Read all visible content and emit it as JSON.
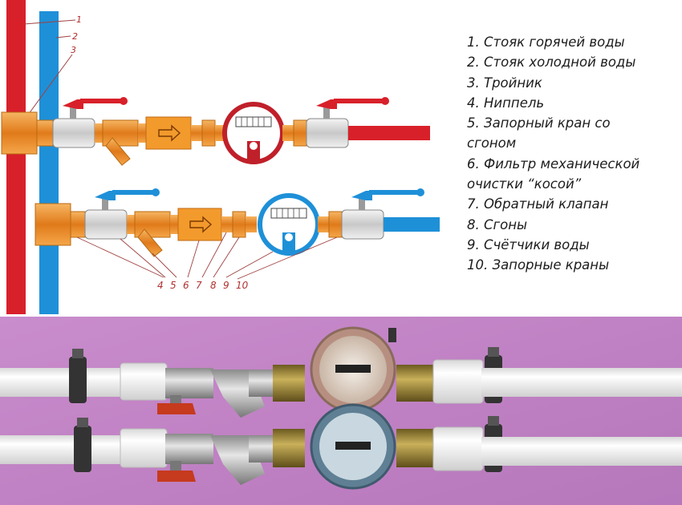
{
  "callouts": {
    "top": [
      "1",
      "2",
      "3"
    ],
    "bottom": [
      "4",
      "5",
      "6",
      "7",
      "8",
      "9",
      "10"
    ]
  },
  "legend": [
    "1. Стояк горячей воды",
    "2. Стояк холодной воды",
    "3. Тройник",
    "4. Ниппель",
    "5. Запорный кран со",
    "сгоном",
    "6. Фильтр механической",
    "очистки “косой”",
    "7. Обратный клапан",
    "8. Сгоны",
    "9. Счётчики воды",
    "10. Запорные краны"
  ],
  "colors": {
    "hot_pipe": "#d8202a",
    "cold_pipe": "#1e90d8",
    "fitting_orange": "#f39a2d",
    "wall_photo": "#c485c8",
    "pp_pipe": "#f2f2f2",
    "label_red": "#b03030"
  },
  "icons": {
    "valve_handle": "lever-handle-icon",
    "flow_arrow": "flow-arrow-icon",
    "meter": "water-meter-icon"
  }
}
